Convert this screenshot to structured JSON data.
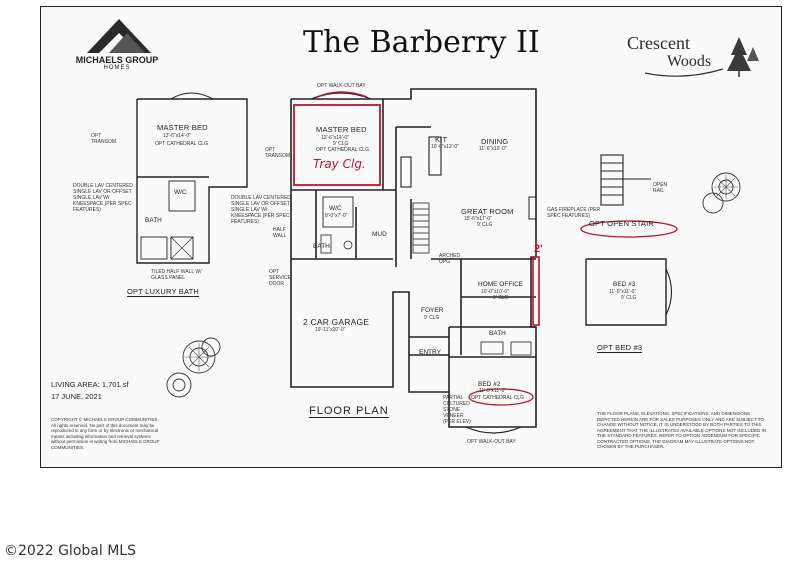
{
  "branding": {
    "builder_line1": "MICHAELS GROUP",
    "builder_line2": "HOMES",
    "community_line1": "Crescent",
    "community_line2": "Woods"
  },
  "plan": {
    "title": "The Barberry II",
    "floor_plan_label": "FLOOR PLAN",
    "living_area": "LIVING AREA: 1,701 sf",
    "date": "17 JUNE, 2021"
  },
  "rooms": {
    "master_bed": "MASTER BED",
    "master_bed_dims": "13'-6\"x14'-0\"",
    "master_bed_clg": "9' CLG",
    "master_bed_opt": "OPT CATHEDRAL CLG",
    "kit": "KIT",
    "kit_dims": "10'-0\"x12'-0\"",
    "dining": "DINING",
    "dining_dims": "11'-6\"x10'-0\"",
    "wic": "W/C",
    "wic_dims": "8'-0\"x7'-0\"",
    "bath": "BATH",
    "mud": "MUD",
    "great_room": "GREAT ROOM",
    "great_room_dims": "15'-6\"x17'-0\"",
    "great_room_clg": "9' CLG",
    "home_office": "HOME OFFICE",
    "home_office_dims": "10'-0\"x10'-0\"",
    "home_office_clg": "9' CLG",
    "garage": "2 CAR GARAGE",
    "garage_dims": "19'-11\"x20'-0\"",
    "foyer": "FOYER",
    "foyer_clg": "9' CLG",
    "entry": "ENTRY",
    "bed2": "BED #2",
    "bed2_dims": "11'-0\"x11'-0\"",
    "bed2_opt": "OPT CATHEDRAL CLG",
    "bath2": "BATH",
    "bed3": "BED #3",
    "bed3_dims": "11'-0\"x11'-0\"",
    "bed3_clg": "9' CLG"
  },
  "options": {
    "luxury_bath": "OPT LUXURY BATH",
    "open_stair": "OPT OPEN STAIR",
    "bed3": "OPT BED #3",
    "walkout_bay": "OPT WALK-OUT BAY",
    "transom": "OPT TRANSOM",
    "cathedral_clg": "OPT CATHEDRAL CLG",
    "gas_fireplace": "GAS FIREPLACE (PER SPEC FEATURES)",
    "service_door": "OPT SERVICE DOOR",
    "half_wall": "HALF WALL",
    "open_rail": "OPEN RAIL",
    "stone_veneer": "PARTIAL CULTURED STONE VENEER (PER ELEV)",
    "arched_opg": "ARCHED OPG",
    "tiled_half_wall": "TILED HALF WALL W/ GLASS PANEL",
    "double_lav": "DOUBLE LAV CENTERED SINGLE LAV OR OFFSET SINGLE LAV W/ KNEESPACE (PER SPEC FEATURES)"
  },
  "annotations": {
    "tray_clg": "Tray Clg.",
    "two_feet": "2'"
  },
  "copyright_text": "COPYRIGHT © MICHAELS GROUP COMMUNITIES. All rights reserved. No part of this document may be reproduced in any form or by electronic or mechanical means including information and retrieval systems without permission in writing from MICHAELS GROUP COMMUNITIES.",
  "disclaimer_text": "THE FLOOR PLANS, ELEVATIONS, SPECIFICATIONS, AND DIMENSIONS DEPICTED HEREIN ARE FOR SALES PURPOSES ONLY AND ARE SUBJECT TO CHANGE WITHOUT NOTICE. IT IS UNDERSTOOD BY BOTH PARTIES TO THIS AGREEMENT THAT THE ILLUSTRATES AVAILABLE OPTIONS NOT INCLUDED IN THE STANDARD FEATURES. REFER TO OPTION ADDENDUM FOR SPECIFIC CONTRACTED OPTIONS. THE DIAGRAM MAY ILLUSTRATE OPTIONS NOT CHOSEN BY THE PURCHASER.",
  "watermark": "©2022 Global MLS",
  "colors": {
    "ink": "#1c1c1c",
    "markup_red": "#c0152a",
    "paper": "#fafafa"
  }
}
